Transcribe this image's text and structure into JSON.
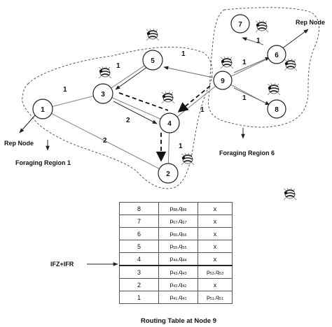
{
  "nodes": [
    {
      "id": "1",
      "label": "1"
    },
    {
      "id": "2",
      "label": "2"
    },
    {
      "id": "3",
      "label": "3"
    },
    {
      "id": "4",
      "label": "4"
    },
    {
      "id": "5",
      "label": "5"
    },
    {
      "id": "6",
      "label": "6"
    },
    {
      "id": "7",
      "label": "7"
    },
    {
      "id": "8",
      "label": "8"
    },
    {
      "id": "9",
      "label": "9"
    }
  ],
  "edge_labels": {
    "e1_3": "1",
    "e1_2": "2",
    "e3_4": "2",
    "e3_5": "1",
    "e5_9": "1",
    "e9_4": "1",
    "e9_6": "1",
    "e9_8": "1",
    "e9_7": "1",
    "e4_2": "1"
  },
  "captions": {
    "rep_node_left": "Rep Node",
    "rep_node_right": "Rep Node",
    "region1": "Foraging Region 1",
    "region6": "Foraging Region 6",
    "ifz_ifr": "IFZ+IFR",
    "table_caption": "Routing Table at Node 9"
  },
  "routing_table": [
    {
      "dest": "8",
      "p": "p",
      "p_sub": "88",
      "q": "q",
      "q_sub": "88",
      "alt": "x"
    },
    {
      "dest": "7",
      "p": "p",
      "p_sub": "67",
      "q": "q",
      "q_sub": "67",
      "alt": "x"
    },
    {
      "dest": "6",
      "p": "p",
      "p_sub": "66",
      "q": "q",
      "q_sub": "66",
      "alt": "x"
    },
    {
      "dest": "5",
      "p": "p",
      "p_sub": "55",
      "q": "q",
      "q_sub": "55",
      "alt": "x"
    },
    {
      "dest": "4",
      "p": "p",
      "p_sub": "44",
      "q": "q",
      "q_sub": "44",
      "alt": "x"
    },
    {
      "dest": "3",
      "p": "p",
      "p_sub": "43",
      "q": "q",
      "q_sub": "43",
      "alt": "p",
      "alt_sub": "53",
      "alt_q": "q",
      "alt_q_sub": "53"
    },
    {
      "dest": "2",
      "p": "p",
      "p_sub": "42",
      "q": "q",
      "q_sub": "42",
      "alt": "x"
    },
    {
      "dest": "1",
      "p": "p",
      "p_sub": "41",
      "q": "q",
      "q_sub": "41",
      "alt": "p",
      "alt_sub": "51",
      "alt_q": "q",
      "alt_q_sub": "51"
    }
  ],
  "icons": [
    "ant-icon"
  ]
}
